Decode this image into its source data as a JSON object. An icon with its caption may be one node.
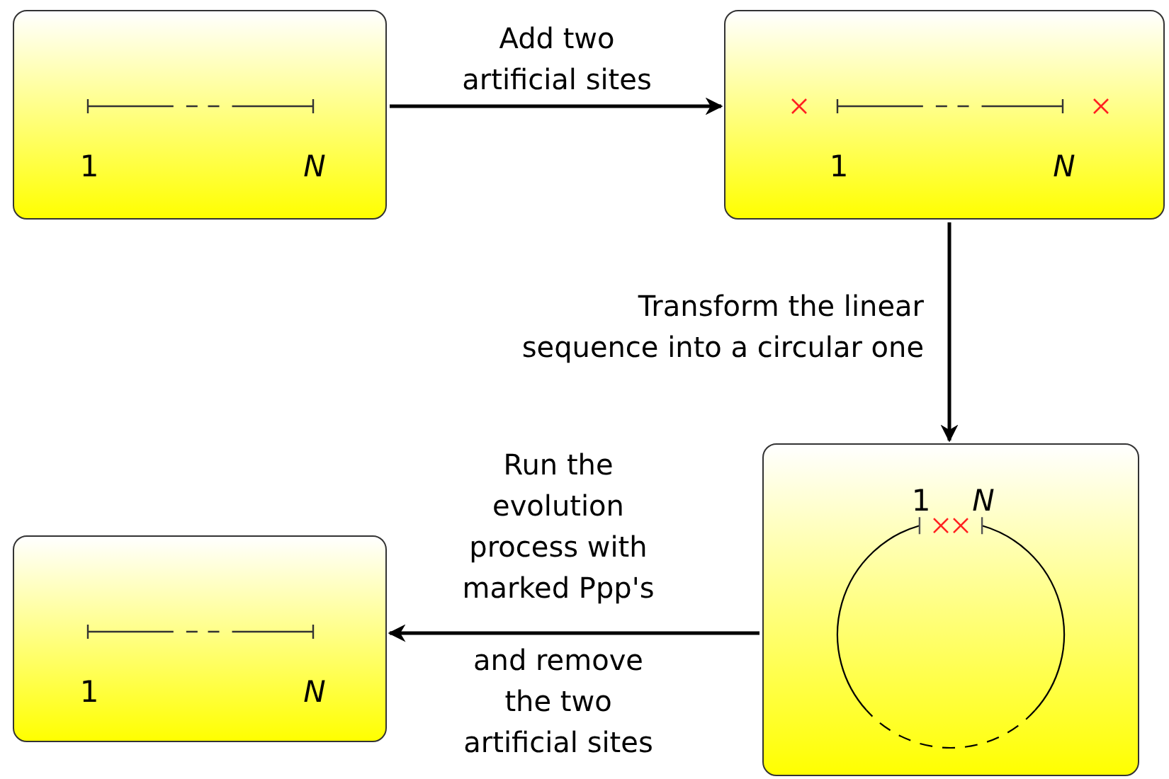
{
  "diagram": {
    "nodes": [
      {
        "text": [
          "1",
          "N"
        ]
      },
      {
        "text": [
          "1",
          "N"
        ]
      },
      {
        "text": [
          "1",
          "N"
        ]
      },
      {
        "text": [
          "1",
          "N"
        ]
      }
    ],
    "edges": [
      {
        "from": 0,
        "to": 1,
        "arrow": "to",
        "label": "Add two artificial sites"
      },
      {
        "from": 1,
        "to": 2,
        "arrow": "to",
        "label": "Transform the linear sequence into a circular one"
      },
      {
        "from": 2,
        "to": 3,
        "arrow": "to",
        "label": "Run the evolution process with marked Ppp's"
      }
    ],
    "labels": [
      "and remove the two artificial sites"
    ]
  }
}
